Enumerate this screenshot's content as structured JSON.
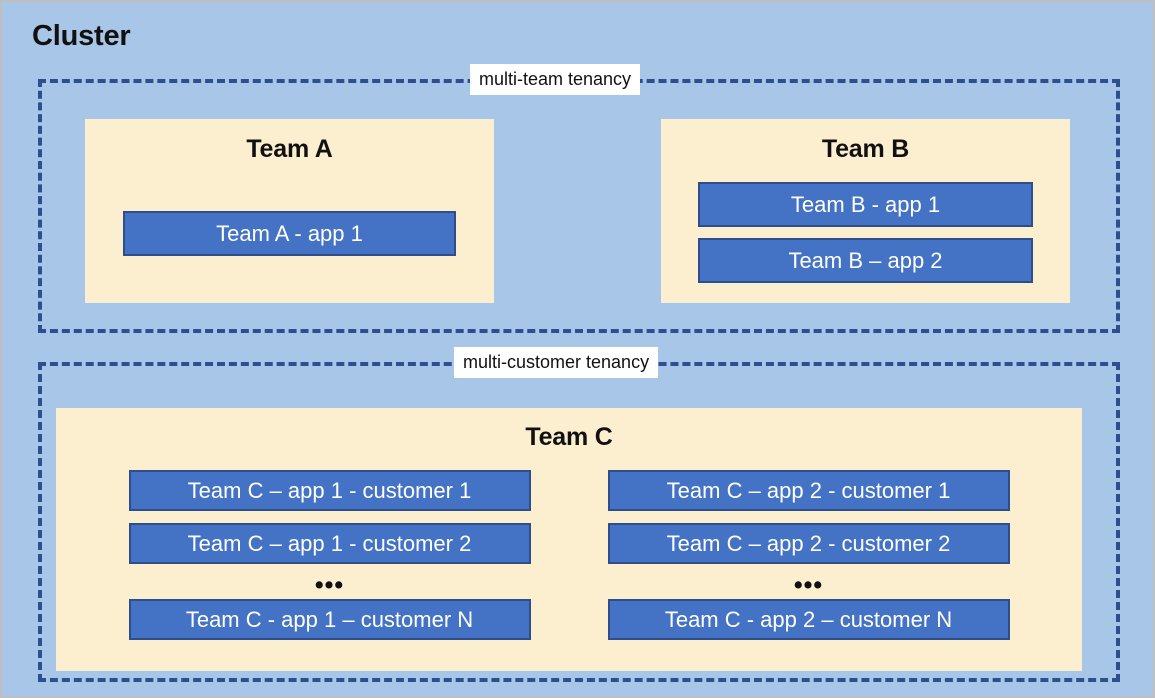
{
  "diagram": {
    "title": "Cluster",
    "colors": {
      "cluster_background": "#A8C6E8",
      "team_box_fill": "#FCEFD0",
      "app_box_fill": "#4472C4",
      "app_box_border": "#2E4D8A",
      "tenancy_border": "#2E4E8F",
      "label_background": "#FFFFFF",
      "text_dark": "#111111",
      "text_light": "#FFFFFF"
    },
    "zones": [
      {
        "id": "multi-team",
        "label": "multi-team tenancy",
        "teams": [
          {
            "id": "team-a",
            "title": "Team A",
            "apps": [
              {
                "label": "Team A - app 1"
              }
            ]
          },
          {
            "id": "team-b",
            "title": "Team B",
            "apps": [
              {
                "label": "Team B - app 1"
              },
              {
                "label": "Team B – app 2"
              }
            ]
          }
        ]
      },
      {
        "id": "multi-customer",
        "label": "multi-customer tenancy",
        "teams": [
          {
            "id": "team-c",
            "title": "Team C",
            "columns": [
              {
                "id": "team-c-app-1",
                "apps_top": [
                  {
                    "label": "Team C – app 1 - customer 1"
                  },
                  {
                    "label": "Team C – app 1 - customer 2"
                  }
                ],
                "ellipsis": "•••",
                "apps_bottom": [
                  {
                    "label": "Team C - app 1 – customer N"
                  }
                ]
              },
              {
                "id": "team-c-app-2",
                "apps_top": [
                  {
                    "label": "Team C – app 2 - customer 1"
                  },
                  {
                    "label": "Team C – app 2 - customer 2"
                  }
                ],
                "ellipsis": "•••",
                "apps_bottom": [
                  {
                    "label": "Team C - app 2 – customer N"
                  }
                ]
              }
            ]
          }
        ]
      }
    ]
  }
}
